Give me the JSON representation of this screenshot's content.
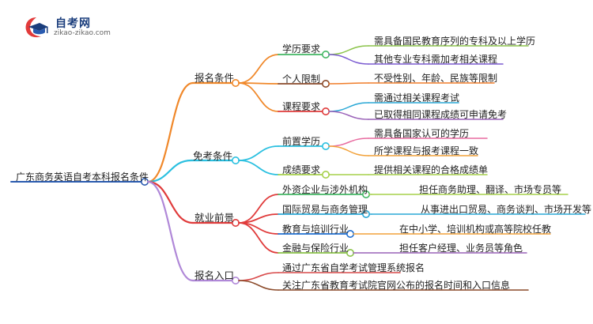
{
  "logo": {
    "title": "自考网",
    "url": "zikao-zikao.com"
  },
  "root": "广东商务英语自考本科报名条件",
  "branches": [
    {
      "label": "报名条件",
      "color": "#f0882a",
      "children": [
        {
          "label": "学历要求",
          "color": "#43b864",
          "children": [
            {
              "label": "需具备国民教育序列的专科及以上学历",
              "color": "#8bc34a"
            },
            {
              "label": "其他专业专科需加考相关课程",
              "color": "#7b5cd1"
            }
          ]
        },
        {
          "label": "个人限制",
          "color": "#8b4a2a",
          "children": [
            {
              "label": "不受性别、年龄、民族等限制",
              "color": "#f07d2a"
            }
          ]
        },
        {
          "label": "课程要求",
          "color": "#e03b3b",
          "children": [
            {
              "label": "需通过相关课程考试",
              "color": "#2aa8d6"
            },
            {
              "label": "已取得相同课程成绩可申请免考",
              "color": "#9a62b8"
            }
          ]
        }
      ]
    },
    {
      "label": "免考条件",
      "color": "#2bc0e0",
      "children": [
        {
          "label": "前置学历",
          "color": "#2bc0e0",
          "children": [
            {
              "label": "需具备国家认可的学历",
              "color": "#e86ca0"
            },
            {
              "label": "所学课程与报考课程一致",
              "color": "#f2a23a"
            }
          ]
        },
        {
          "label": "成绩要求",
          "color": "#a6d04a",
          "children": [
            {
              "label": "提供相关课程的合格成绩单",
              "color": "#a6d04a"
            }
          ]
        }
      ]
    },
    {
      "label": "就业前景",
      "color": "#e03b3b",
      "children": [
        {
          "label": "外资企业与涉外机构",
          "color": "#43b864",
          "children": [
            {
              "label": "担任商务助理、翻译、市场专员等",
              "color": "#a6d04a"
            }
          ]
        },
        {
          "label": "国际贸易与商务管理",
          "color": "#2aa8d6",
          "children": [
            {
              "label": "从事进出口贸易、商务谈判、市场开发等",
              "color": "#2aa8d6"
            }
          ]
        },
        {
          "label": "教育与培训行业",
          "color": "#1f6fd1",
          "children": [
            {
              "label": "在中小学、培训机构或高等院校任教",
              "color": "#f2a23a"
            }
          ]
        },
        {
          "label": "金融与保险行业",
          "color": "#8bc34a",
          "children": [
            {
              "label": "担任客户经理、业务员等角色",
              "color": "#9a62b8"
            }
          ]
        }
      ]
    },
    {
      "label": "报名入口",
      "color": "#b088d8",
      "children": [
        {
          "label": "通过广东省自学考试管理系统报名",
          "color": "#d84a4a"
        },
        {
          "label": "关注广东省教育考试院官网公布的报名时间和入口信息",
          "color": "#8b4a2a"
        }
      ]
    }
  ]
}
